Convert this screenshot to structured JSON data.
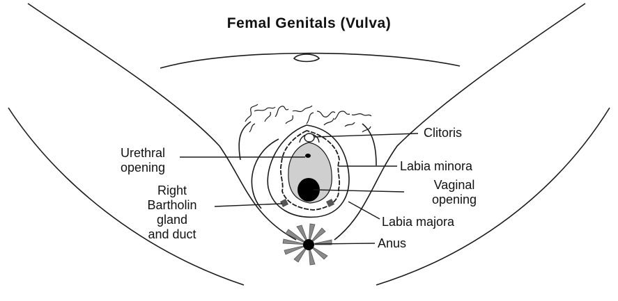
{
  "title": "Femal Genitals (Vulva)",
  "labels": {
    "clitoris": "Clitoris",
    "urethral_1": "Urethral",
    "urethral_2": "opening",
    "labia_minora": "Labia minora",
    "vaginal_1": "Vaginal",
    "vaginal_2": "opening",
    "labia_majora": "Labia majora",
    "bartholin_1": "Right",
    "bartholin_2": "Bartholin",
    "bartholin_3": "gland",
    "bartholin_4": "and duct",
    "anus": "Anus"
  },
  "colors": {
    "line": "#1a1a1a",
    "vestibule": "#cfcfcf",
    "opening": "#000000",
    "anal_folds": "#8a8a8a"
  }
}
